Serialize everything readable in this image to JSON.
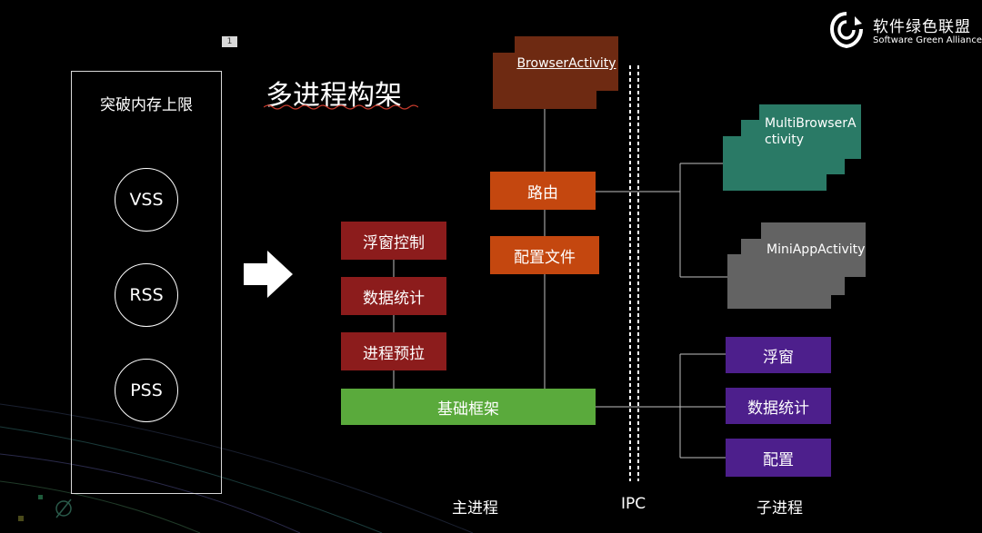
{
  "header": {
    "page_marker": "1",
    "logo": {
      "name": "软件绿色联盟",
      "subtitle": "Software Green Alliance",
      "icon": "shield-logo-icon"
    }
  },
  "title": "多进程构架",
  "left_panel": {
    "title": "突破内存上限",
    "items": [
      "VSS",
      "RSS",
      "PSS"
    ]
  },
  "arrow_icon": "right-arrow-icon",
  "main_process": {
    "browser_activity": "BrowserActivity",
    "router": "路由",
    "config_file": "配置文件",
    "float_control": "浮窗控制",
    "data_stats": "数据统计",
    "process_prefetch": "进程预拉",
    "base_framework": "基础框架",
    "label": "主进程"
  },
  "ipc": {
    "label": "IPC"
  },
  "sub_process": {
    "multi_browser_activity": "MultiBrowserActivity",
    "mini_app_activity": "MiniAppActivity",
    "float_window": "浮窗",
    "data_stats": "数据统计",
    "config": "配置",
    "label": "子进程"
  },
  "colors": {
    "background": "#000000",
    "browser_activity": "#6e2a12",
    "router": "#c4470f",
    "main_modules": "#8c1c1c",
    "base_framework": "#5aaa3c",
    "multi_browser": "#2a7a66",
    "mini_app": "#636363",
    "sub_modules": "#4d1f8c",
    "connector": "#bfbfbf"
  }
}
